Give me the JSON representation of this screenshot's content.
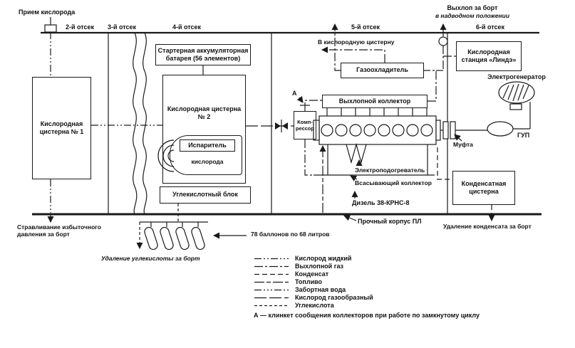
{
  "figure": {
    "background": "#ffffff",
    "ink": "#1a1a1a"
  },
  "top": {
    "oxygen_intake": "Прием кислорода",
    "exhaust_overboard_line1": "Выхлоп за борт",
    "exhaust_overboard_line2": "в надводном положении"
  },
  "compartments": [
    {
      "label": "2-й отсек"
    },
    {
      "label": "3-й отсек"
    },
    {
      "label": "4-й отсек"
    },
    {
      "label": "5-й отсек"
    },
    {
      "label": "6-й отсек"
    }
  ],
  "blocks": {
    "oxygen_tank_1": "Кислородная цистерна № 1",
    "starter_battery": "Стартерная аккумуляторная батарея (56 элементов)",
    "oxygen_tank_2": "Кислородная цистерна № 2",
    "evaporator_line1": "Испаритель",
    "evaporator_line2": "кислорода",
    "co2_block": "Углекислотный блок",
    "to_oxygen_tank": "В кислородную цистерну",
    "gas_cooler": "Газоохладитель",
    "exhaust_manifold": "Выхлопной коллектор",
    "compressor_line1": "Комп-",
    "compressor_line2": "рессор",
    "valve_a": "А",
    "linde_station": "Кислородная станция «Линдэ»",
    "electric_generator": "Электрогенератор",
    "gup": "ГУП",
    "coupling": "Муфта",
    "electric_heater": "Электроподогреватель",
    "suction_manifold": "Всасывающий коллектор",
    "diesel_engine": "Дизель 38-КРНС-8",
    "condensate_tank": "Конденсатная цистерна",
    "pressure_hull": "Прочный корпус ПЛ"
  },
  "bottom": {
    "pressure_release": "Стравливание избыточного давления за борт",
    "co2_removal": "Удаление углекислоты за борт",
    "cylinders_note": "78 баллонов по 68 литров",
    "condensate_removal": "Удаление конденсата за борт"
  },
  "legend": {
    "items": [
      {
        "label": "Кислород жидкий",
        "dash": "10,3,2,3,2,3"
      },
      {
        "label": "Выхлопной газ",
        "dash": "12,3,3,3"
      },
      {
        "label": "Конденсат",
        "dash": "7,4"
      },
      {
        "label": "Топливо",
        "dash": "14,3,6,3"
      },
      {
        "label": "Забортная вода",
        "dash": "10,3,2,3,2,3,2,3"
      },
      {
        "label": "Кислород газообразный",
        "dash": "17,4"
      },
      {
        "label": "Углекислота",
        "dash": "4,3"
      }
    ],
    "note": "А — клинкет сообщения коллекторов при работе по замкнутому циклу"
  }
}
